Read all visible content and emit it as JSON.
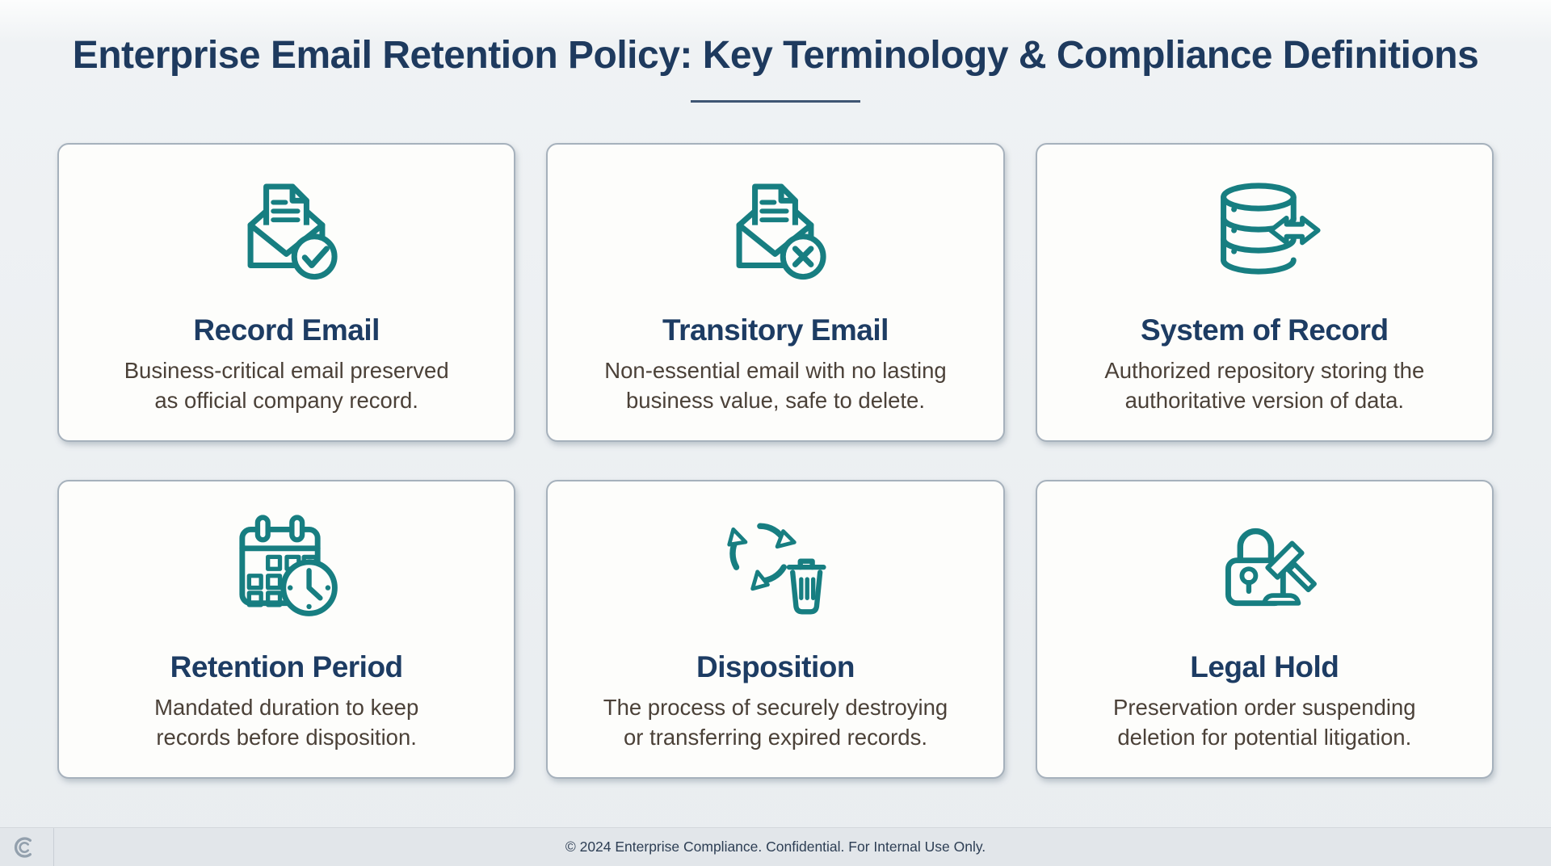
{
  "title": "Enterprise Email Retention Policy: Key Terminology & Compliance Definitions",
  "colors": {
    "accent_teal": "#177e81",
    "title_navy": "#1e3a5e",
    "card_title_navy": "#1d3c63",
    "body_text": "#4b4138",
    "card_background": "#fdfdfb",
    "page_background": "#e9edf0",
    "footer_background": "#e2e6ea",
    "underline": "#3f5673",
    "logo_gray": "#93a0ad"
  },
  "cards": [
    {
      "icon": "record-email-icon",
      "title": "Record Email",
      "description_lines": [
        "Business-critical email preserved",
        "as official company record."
      ]
    },
    {
      "icon": "transitory-email-icon",
      "title": "Transitory Email",
      "description_lines": [
        "Non-essential email with no lasting",
        "business value, safe to delete."
      ]
    },
    {
      "icon": "system-of-record-icon",
      "title": "System of Record",
      "description_lines": [
        "Authorized repository storing the",
        "authoritative version of data."
      ]
    },
    {
      "icon": "retention-period-icon",
      "title": "Retention Period",
      "description_lines": [
        "Mandated duration to keep",
        "records before disposition."
      ]
    },
    {
      "icon": "disposition-icon",
      "title": "Disposition",
      "description_lines": [
        "The process of securely destroying",
        "or transferring expired records."
      ]
    },
    {
      "icon": "legal-hold-icon",
      "title": "Legal Hold",
      "description_lines": [
        "Preservation order suspending",
        "deletion for potential litigation."
      ]
    }
  ],
  "footer": {
    "copyright": "© 2024 Enterprise Compliance. Confidential. For Internal Use Only.",
    "logo_icon": "double-c-logo"
  }
}
